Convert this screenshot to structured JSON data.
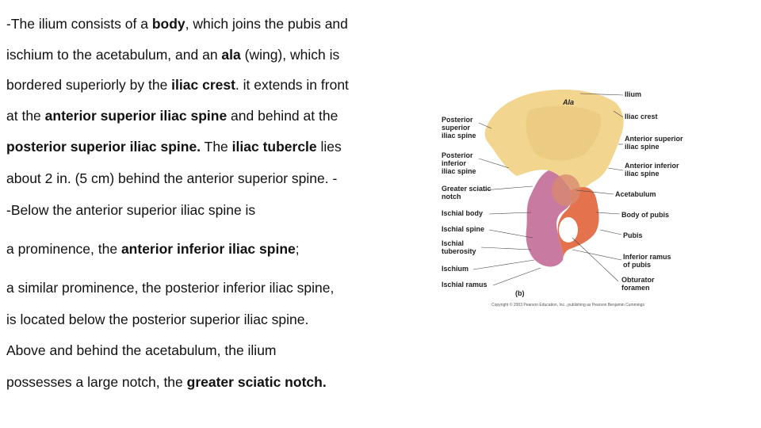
{
  "lines": [
    [
      {
        "t": "-The ilium consists of a ",
        "b": false
      },
      {
        "t": "body",
        "b": true
      },
      {
        "t": ", which joins the pubis and",
        "b": false
      }
    ],
    [
      {
        "t": "ischium to the acetabulum, and an ",
        "b": false
      },
      {
        "t": "ala",
        "b": true
      },
      {
        "t": " (wing), which is",
        "b": false
      }
    ],
    [
      {
        "t": "bordered superiorly by the ",
        "b": false
      },
      {
        "t": "iliac crest",
        "b": true
      },
      {
        "t": ". it extends in front",
        "b": false
      }
    ],
    [
      {
        "t": "at the ",
        "b": false
      },
      {
        "t": "anterior superior iliac spine",
        "b": true
      },
      {
        "t": " and behind at the",
        "b": false
      }
    ],
    [
      {
        "t": "posterior superior iliac spine.",
        "b": true
      },
      {
        "t": " The ",
        "b": false
      },
      {
        "t": "iliac tubercle",
        "b": true
      },
      {
        "t": " lies",
        "b": false
      }
    ],
    [
      {
        "t": "about 2 in. (5 cm) behind the anterior superior spine. -",
        "b": false
      }
    ],
    [
      {
        "t": "-Below the anterior superior iliac spine is",
        "b": false
      }
    ],
    [
      {
        "t": "a prominence, the ",
        "b": false
      },
      {
        "t": "anterior inferior iliac spine",
        "b": true
      },
      {
        "t": ";",
        "b": false
      }
    ],
    [
      {
        "t": "a similar prominence, the posterior inferior iliac spine,",
        "b": false
      }
    ],
    [
      {
        "t": "is located below the posterior superior iliac spine.",
        "b": false
      }
    ],
    [
      {
        "t": "Above and behind the acetabulum, the ilium",
        "b": false
      }
    ],
    [
      {
        "t": "possesses a large notch, the ",
        "b": false
      },
      {
        "t": "greater sciatic notch.",
        "b": true
      }
    ]
  ],
  "figure": {
    "ala": "Ala",
    "panel": "(b)",
    "copyright": "Copyright © 2003 Pearson Education, Inc., publishing as Pearson Benjamin Cummings",
    "left_labels": {
      "posterior_superior_iliac_spine": [
        "Posterior",
        "superior",
        "iliac spine"
      ],
      "posterior_inferior_iliac_spine": [
        "Posterior",
        "inferior",
        "iliac spine"
      ],
      "greater_sciatic_notch": [
        "Greater sciatic",
        "notch"
      ],
      "ischial_body": [
        "Ischial body"
      ],
      "ischial_spine": [
        "Ischial spine"
      ],
      "ischial_tuberosity": [
        "Ischial",
        "tuberosity"
      ],
      "ischium": [
        "Ischium"
      ],
      "ischial_ramus": [
        "Ischial ramus"
      ]
    },
    "right_labels": {
      "ilium": [
        "Ilium"
      ],
      "iliac_crest": [
        "Iliac crest"
      ],
      "anterior_superior_iliac_spine": [
        "Anterior superior",
        "iliac spine"
      ],
      "anterior_inferior_iliac_spine": [
        "Anterior inferior",
        "iliac spine"
      ],
      "acetabulum": [
        "Acetabulum"
      ],
      "body_of_pubis": [
        "Body of pubis"
      ],
      "pubis": [
        "Pubis"
      ],
      "inferior_ramus_of_pubis": [
        "Inferior ramus",
        "of pubis"
      ],
      "obturator_foramen": [
        "Obturator",
        "foramen"
      ]
    },
    "colors": {
      "ilium": "#f2d58e",
      "ischium": "#c97aa0",
      "pubis": "#e3724d"
    }
  }
}
